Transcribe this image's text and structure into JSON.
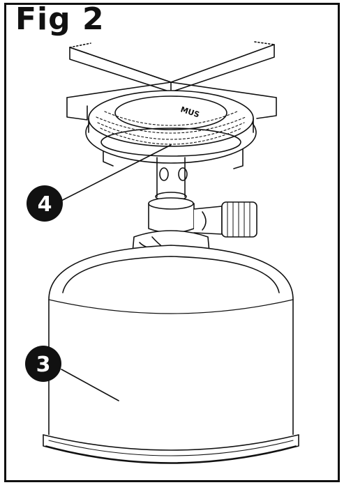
{
  "figure": {
    "title": "Fig 2",
    "callouts": [
      {
        "id": "burner",
        "number": "4"
      },
      {
        "id": "canister",
        "number": "3"
      }
    ],
    "brand_mark": "MUS"
  },
  "colors": {
    "ink": "#111111",
    "paper": "#ffffff",
    "callout_fill": "#111111",
    "callout_text": "#ffffff"
  }
}
